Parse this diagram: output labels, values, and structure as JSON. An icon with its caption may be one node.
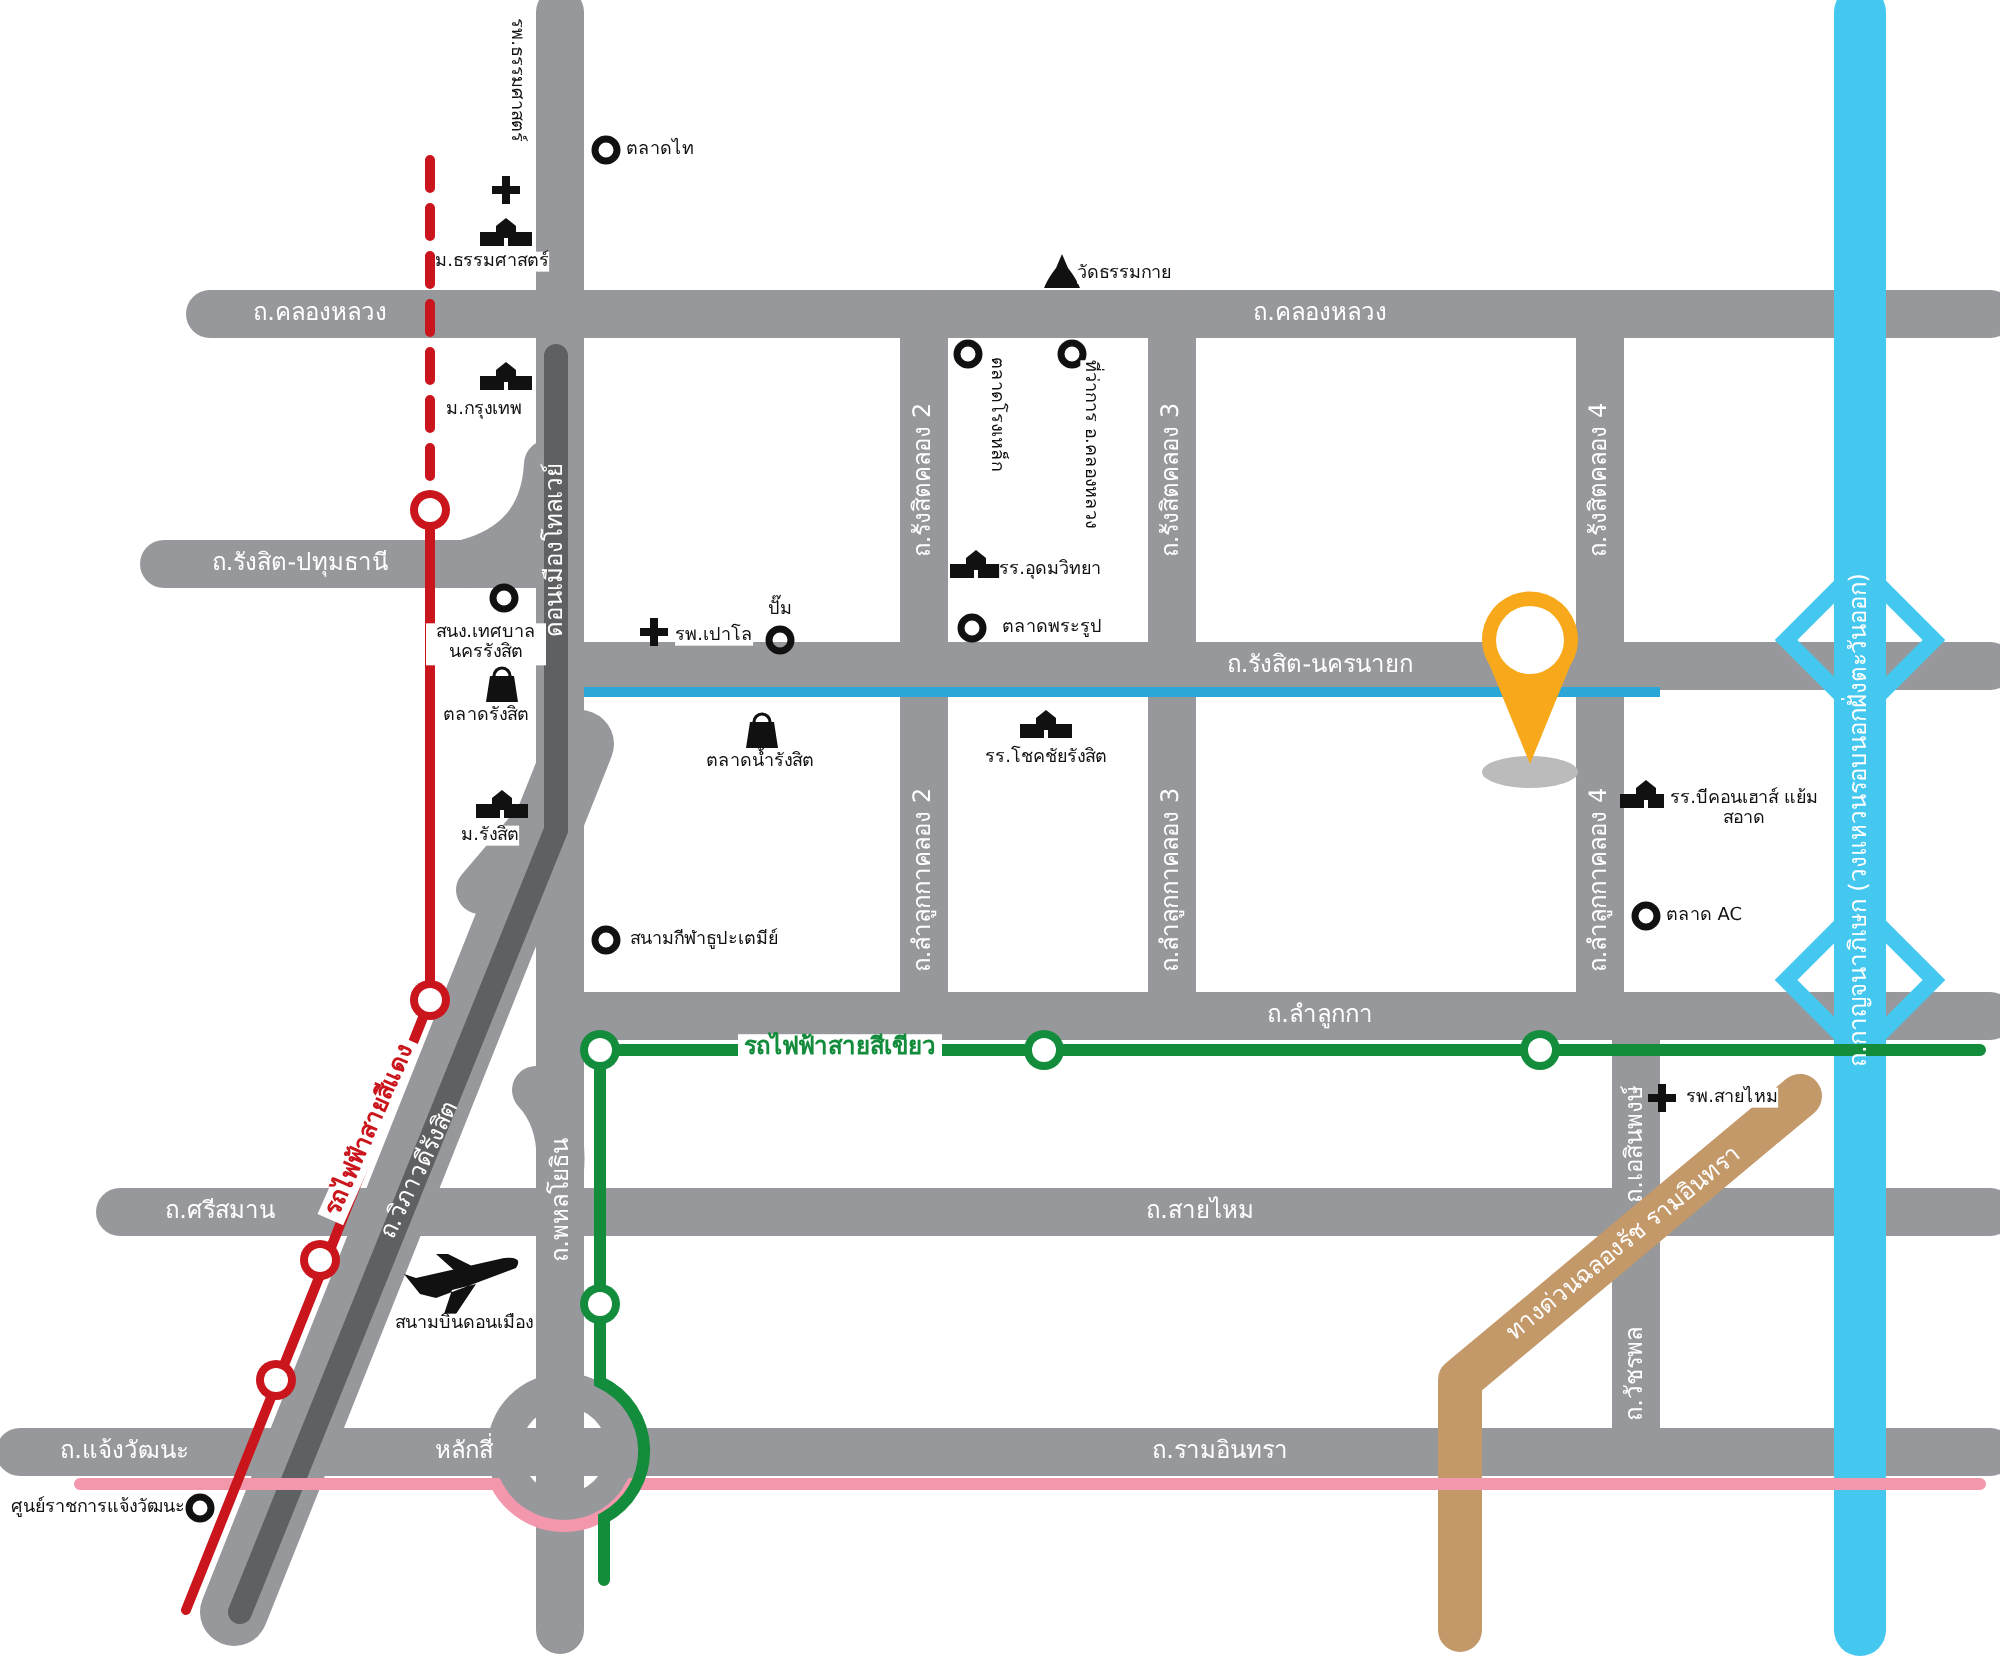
{
  "diagram": {
    "labels": [
      "รพ.ธรรมศาสตร์",
      "ตลาดไท",
      "ม.ธรรมศาสตร์",
      "วัดธรรมกาย",
      "ถ.คลองหลวง",
      "ถ.คลองหลวง",
      "ตลาดโรงเหล็ก",
      "ที่ว่าการ อ.คลองหลวง",
      "ม.กรุงเทพ",
      "ถ.รังสิตคลอง 2",
      "ถ.รังสิตคลอง 3",
      "ถ.รังสิตคลอง 4",
      "ถ.รังสิต-ปทุมธานี",
      "ดอนเมืองโทลเวย์",
      "รร.อุดมวิทยา",
      "ปั๊ม",
      "รพ.เปาโล",
      "สนง.เทศบาล นครรังสิต",
      "ตลาดพระรูป",
      "ถ.รังสิต-นครนายก",
      "ตลาดรังสิต",
      "ตลาดน้ำรังสิต",
      "รร.โชคชัยรังสิต",
      "ม.รังสิต",
      "รร.บีคอนเฮาส์ แย้มสอาด",
      "ถ.ลำลูกกาคลอง 2",
      "ถ.ลำลูกกาคลอง 3",
      "ถ.ลำลูกกาคลอง 4",
      "ถ.กาญจนาภิเษก (วงแหวนรอบนอกฝั่งตะวันออก)",
      "ตลาด AC",
      "สนามกีฬาธูปะเตมีย์",
      "ถ.ลำลูกกา",
      "รถไฟฟ้าสายสีเขียว",
      "รถไฟฟ้าสายสีแดง",
      "ถ.วิภาวดีรังสิต",
      "รพ.สายไหม",
      "ถ.เอสินพงษ์",
      "ถ.ศรีสมาน",
      "ถ.สายไหม",
      "ถ.พหลโยธิน",
      "สนามบินดอนเมือง",
      "ทางด่วนฉลองรัช รามอินทรา",
      "ถ.วัชรพล",
      "ถ.แจ้งวัฒนะ",
      "หลักสี่",
      "ถ.รามอินทรา",
      "ศูนย์ราชการแจ้งวัฒนะ"
    ]
  }
}
